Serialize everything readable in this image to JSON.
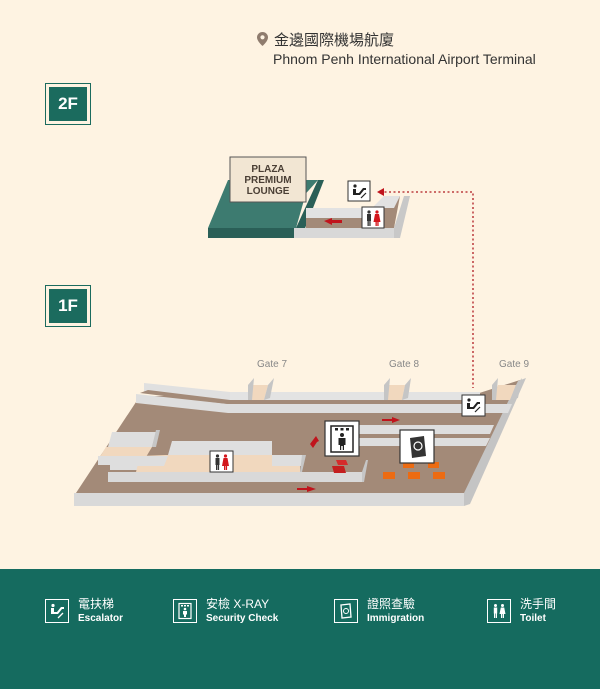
{
  "header": {
    "title_zh": "金邊國際機場航廈",
    "title_en": "Phnom Penh International Airport Terminal",
    "icon": "location-pin-icon"
  },
  "floors": {
    "upper": {
      "label": "2F"
    },
    "lower": {
      "label": "1F"
    }
  },
  "map": {
    "lounge_label": [
      "PLAZA",
      "PREMIUM",
      "LOUNGE"
    ],
    "gates": [
      "Gate 7",
      "Gate 8",
      "Gate 9"
    ],
    "colors": {
      "floor": "#a38a78",
      "wall": "#dcdcdc",
      "gate_area": "#f4d9bf",
      "lounge": "#2f6b62",
      "arrow": "#c0141c",
      "immigration_desk": "#ec6b12",
      "security_desk": "#d52b2b"
    }
  },
  "legend": {
    "items": [
      {
        "zh": "電扶梯",
        "en": "Escalator",
        "icon": "escalator-icon"
      },
      {
        "zh": "安檢 X-RAY",
        "en": "Security Check",
        "icon": "security-check-icon"
      },
      {
        "zh": "證照查驗",
        "en": "Immigration",
        "icon": "immigration-icon"
      },
      {
        "zh": "洗手間",
        "en": "Toilet",
        "icon": "toilet-icon"
      }
    ],
    "background": "#156b5f"
  }
}
